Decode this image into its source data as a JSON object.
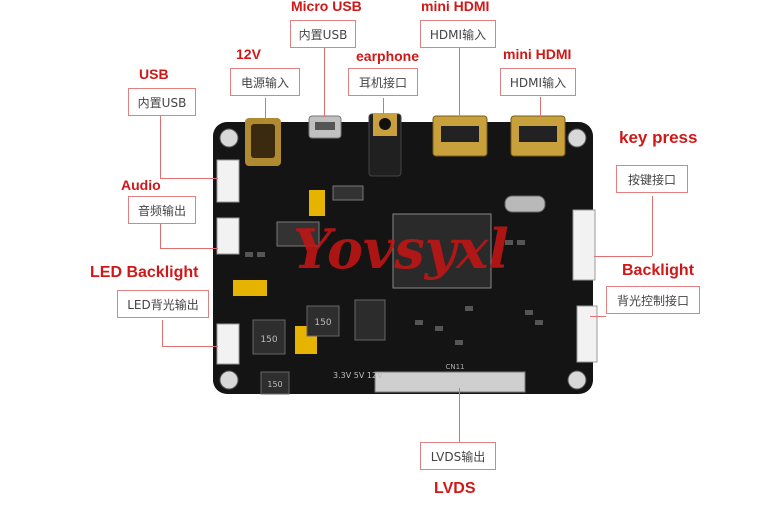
{
  "labels": {
    "usb_top_en": "Micro USB",
    "usb_top_cn": "内置USB",
    "hdmi1_en": "mini HDMI",
    "hdmi1_cn": "HDMI输入",
    "hdmi2_en": "mini HDMI",
    "hdmi2_cn": "HDMI输入",
    "power_en": "12V",
    "power_cn": "电源输入",
    "earphone_en": "earphone",
    "earphone_cn": "耳机接口",
    "usb_left_en": "USB",
    "usb_left_cn": "内置USB",
    "audio_en": "Audio",
    "audio_cn": "音频输出",
    "led_en": "LED Backlight",
    "led_cn": "LED背光输出",
    "key_en": "key press",
    "key_cn": "按键接口",
    "backlight_en": "Backlight",
    "backlight_cn": "背光控制接口",
    "lvds_en": "LVDS",
    "lvds_cn": "LVDS输出"
  },
  "board": {
    "watermark": "Yovsyxl",
    "chip_labels": {
      "inductor1": "150",
      "inductor2": "150",
      "inductor3": "150"
    },
    "silkscreen": "3.3V 5V 12V",
    "connector_label": "CN11"
  },
  "colors": {
    "label_red": "#d01818",
    "board": "#141414",
    "watermark": "#c81414"
  }
}
